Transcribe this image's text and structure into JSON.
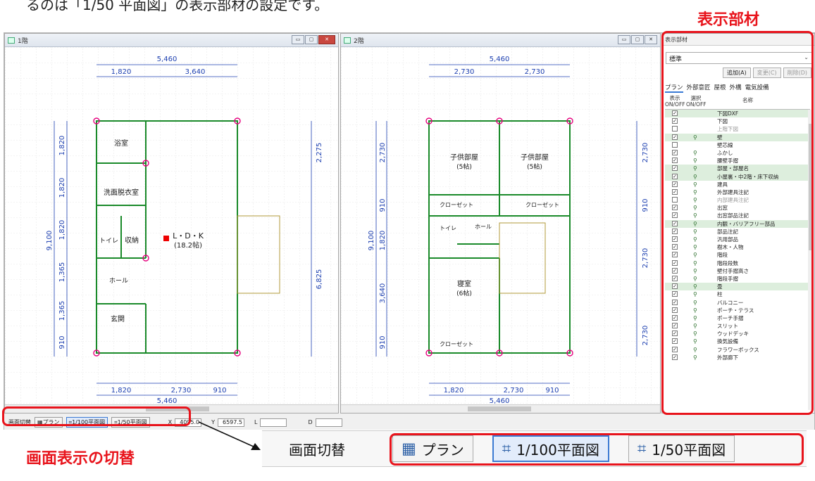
{
  "intro_text": "るのは「1/50 平面図」の表示部材の設定です。",
  "callouts": {
    "top": "表示部材",
    "bottom": "画面表示の切替"
  },
  "windows": [
    {
      "title": "1階",
      "buttons": [
        "▭",
        "▢",
        "✕"
      ]
    },
    {
      "title": "2階",
      "buttons": [
        "▭",
        "▢",
        "✕"
      ]
    }
  ],
  "floor1": {
    "dims_top": [
      "5,460",
      "1,820",
      "3,640"
    ],
    "dims_bottom": [
      "1,820",
      "2,730",
      "910",
      "5,460"
    ],
    "dims_left": [
      "9,100",
      "1,820",
      "1,820",
      "1,820",
      "1,365",
      "1,365",
      "910"
    ],
    "dims_right": [
      "2,275",
      "6,825"
    ],
    "rooms": [
      "浴室",
      "洗面脱衣室",
      "トイレ",
      "収納",
      "ホール",
      "玄関",
      "L・D・K",
      "(18.2帖)"
    ]
  },
  "floor2": {
    "dims_top": [
      "5,460",
      "2,730",
      "2,730"
    ],
    "dims_bottom": [
      "1,820",
      "2,730",
      "910",
      "5,460"
    ],
    "dims_left": [
      "2,730",
      "910",
      "9,100",
      "1,820",
      "3,640",
      "910"
    ],
    "dims_right": [
      "2,730",
      "910",
      "2,730",
      "2,730"
    ],
    "rooms": [
      "子供部屋",
      "(5帖)",
      "子供部屋",
      "(5帖)",
      "クローゼット",
      "クローゼット",
      "ホール",
      "トイレ",
      "寝室",
      "(6帖)",
      "クローゼット"
    ]
  },
  "panel": {
    "header": "表示部材",
    "preset": "標準",
    "buttons": [
      {
        "label": "追加(A)",
        "disabled": false
      },
      {
        "label": "変更(C)",
        "disabled": true
      },
      {
        "label": "削除(D)",
        "disabled": true
      }
    ],
    "tabs": [
      "プラン",
      "外部意匠",
      "屋根",
      "外構",
      "電気設備"
    ],
    "col_show": "表示\nON/OFF",
    "col_select": "選択\nON/OFF",
    "col_name": "名称",
    "rows": [
      {
        "name": "下図DXF",
        "show": true,
        "select": false,
        "gray": false,
        "sel": true
      },
      {
        "name": "下図",
        "show": true,
        "select": false,
        "gray": false,
        "sel": false
      },
      {
        "name": "上階下図",
        "show": false,
        "select": false,
        "gray": true,
        "sel": false
      },
      {
        "name": "壁",
        "show": true,
        "select": true,
        "gray": false,
        "sel": true
      },
      {
        "name": "壁芯線",
        "show": false,
        "select": false,
        "gray": false,
        "sel": false
      },
      {
        "name": "ふかし",
        "show": true,
        "select": true,
        "gray": false,
        "sel": false
      },
      {
        "name": "腰壁手摺",
        "show": true,
        "select": true,
        "gray": false,
        "sel": false
      },
      {
        "name": "部屋・部屋名",
        "show": true,
        "select": true,
        "gray": false,
        "sel": true
      },
      {
        "name": "小屋裏・中2階・床下収納",
        "show": true,
        "select": true,
        "gray": false,
        "sel": true
      },
      {
        "name": "建具",
        "show": true,
        "select": true,
        "gray": false,
        "sel": false
      },
      {
        "name": "外部建具注記",
        "show": true,
        "select": true,
        "gray": false,
        "sel": false
      },
      {
        "name": "内部建具注記",
        "show": false,
        "select": true,
        "gray": true,
        "sel": false
      },
      {
        "name": "出窓",
        "show": true,
        "select": true,
        "gray": false,
        "sel": false
      },
      {
        "name": "出窓部品注記",
        "show": true,
        "select": true,
        "gray": false,
        "sel": false
      },
      {
        "name": "内観・バリアフリー部品",
        "show": true,
        "select": true,
        "gray": false,
        "sel": true
      },
      {
        "name": "部品注記",
        "show": true,
        "select": true,
        "gray": false,
        "sel": false
      },
      {
        "name": "汎用部品",
        "show": true,
        "select": true,
        "gray": false,
        "sel": false
      },
      {
        "name": "樹木・人物",
        "show": true,
        "select": true,
        "gray": false,
        "sel": false
      },
      {
        "name": "階段",
        "show": true,
        "select": true,
        "gray": false,
        "sel": false
      },
      {
        "name": "階段段数",
        "show": true,
        "select": true,
        "gray": false,
        "sel": false
      },
      {
        "name": "壁付手摺高さ",
        "show": true,
        "select": true,
        "gray": false,
        "sel": false
      },
      {
        "name": "階段手摺",
        "show": true,
        "select": true,
        "gray": false,
        "sel": false
      },
      {
        "name": "畳",
        "show": true,
        "select": true,
        "gray": false,
        "sel": true
      },
      {
        "name": "柱",
        "show": true,
        "select": true,
        "gray": false,
        "sel": false
      },
      {
        "name": "バルコニー",
        "show": true,
        "select": true,
        "gray": false,
        "sel": false
      },
      {
        "name": "ポーチ・テラス",
        "show": true,
        "select": true,
        "gray": false,
        "sel": false
      },
      {
        "name": "ポーチ手摺",
        "show": true,
        "select": true,
        "gray": false,
        "sel": false
      },
      {
        "name": "スリット",
        "show": true,
        "select": true,
        "gray": false,
        "sel": false
      },
      {
        "name": "ウッドデッキ",
        "show": true,
        "select": true,
        "gray": false,
        "sel": false
      },
      {
        "name": "換気設備",
        "show": true,
        "select": true,
        "gray": false,
        "sel": false
      },
      {
        "name": "フラワーボックス",
        "show": true,
        "select": true,
        "gray": false,
        "sel": false
      },
      {
        "name": "外部廊下",
        "show": true,
        "select": true,
        "gray": false,
        "sel": false
      }
    ]
  },
  "statusbar": {
    "switch_label": "画面切替",
    "plan": "プラン",
    "plan100": "1/100平面図",
    "plan50": "1/50平面図",
    "x_label": "X",
    "x_value": "4095.0",
    "y_label": "Y",
    "y_value": "6597.5",
    "l_label": "L",
    "d_label": "D"
  },
  "zoom": {
    "switch_label": "画面切替",
    "plan": "プラン",
    "plan100": "1/100平面図",
    "plan50": "1/50平面図"
  },
  "colors": {
    "accent_red": "#e8141c",
    "plan_green": "#1a8a2a",
    "dim_blue": "#1c3fb0"
  }
}
